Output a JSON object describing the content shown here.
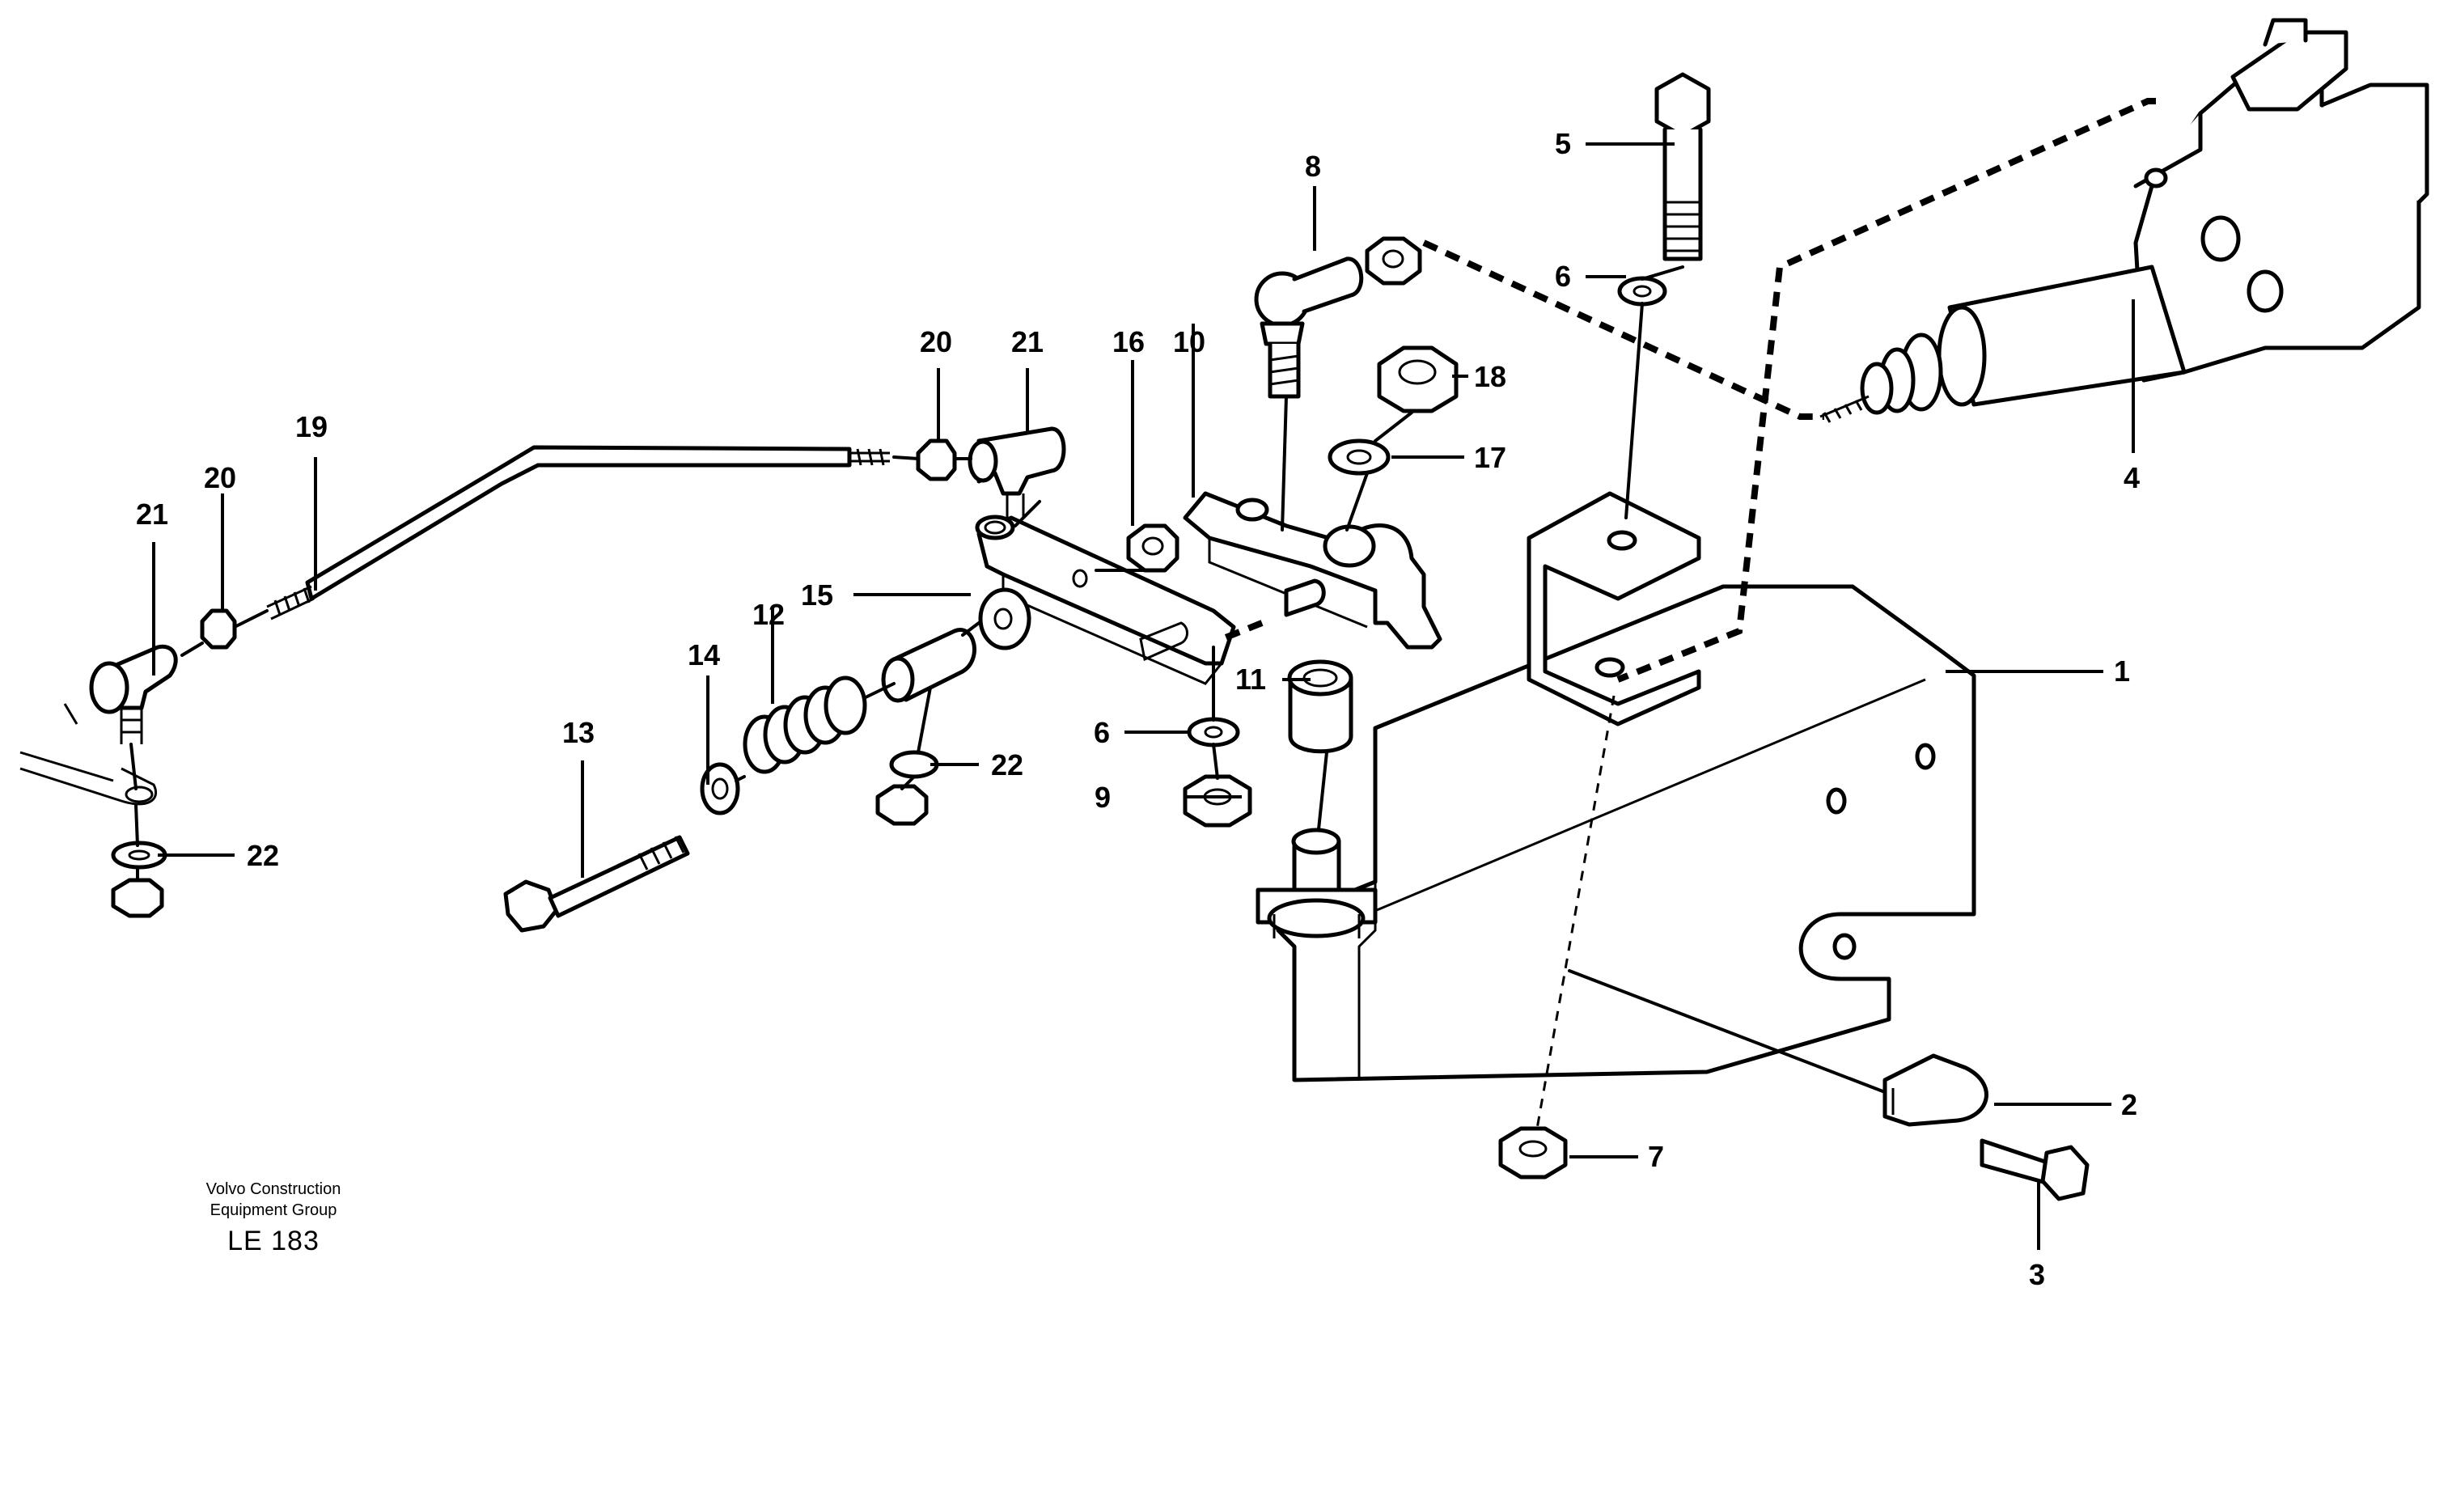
{
  "callouts": {
    "c1": "1",
    "c2": "2",
    "c3": "3",
    "c4": "4",
    "c5": "5",
    "c6a": "6",
    "c6b": "6",
    "c7": "7",
    "c8": "8",
    "c9": "9",
    "c10": "10",
    "c11": "11",
    "c12": "12",
    "c13": "13",
    "c14": "14",
    "c15": "15",
    "c16": "16",
    "c17": "17",
    "c18": "18",
    "c19": "19",
    "c20a": "20",
    "c20b": "20",
    "c21a": "21",
    "c21b": "21",
    "c22a": "22",
    "c22b": "22"
  },
  "footer": {
    "company_line1": "Volvo Construction",
    "company_line2": "Equipment Group",
    "code": "LE 183"
  }
}
